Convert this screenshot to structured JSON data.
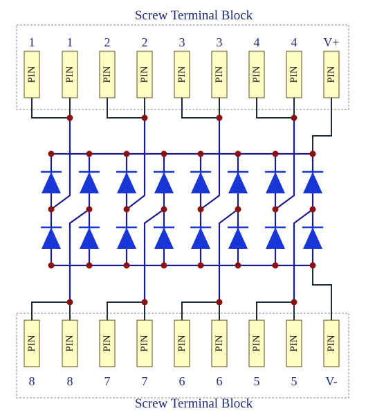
{
  "top_block": {
    "title": "Screw Terminal  Block",
    "pin_numbers": [
      "1",
      "1",
      "2",
      "2",
      "3",
      "3",
      "4",
      "4",
      "V+"
    ],
    "pin_label": "PIN"
  },
  "bottom_block": {
    "title": "Screw Terminal  Block",
    "pin_numbers": [
      "8",
      "8",
      "7",
      "7",
      "6",
      "6",
      "5",
      "5",
      "V-"
    ],
    "pin_label": "PIN"
  },
  "colors": {
    "wire_blue": "#1b1b8c",
    "wire_dark": "#1c2a3a",
    "junction": "#8b1010",
    "diode": "#1835d6",
    "pin_fill": "#fffdc4",
    "text": "#1e2a7a"
  },
  "icons": {
    "diode": "diode-icon",
    "junction": "junction-dot-icon"
  }
}
